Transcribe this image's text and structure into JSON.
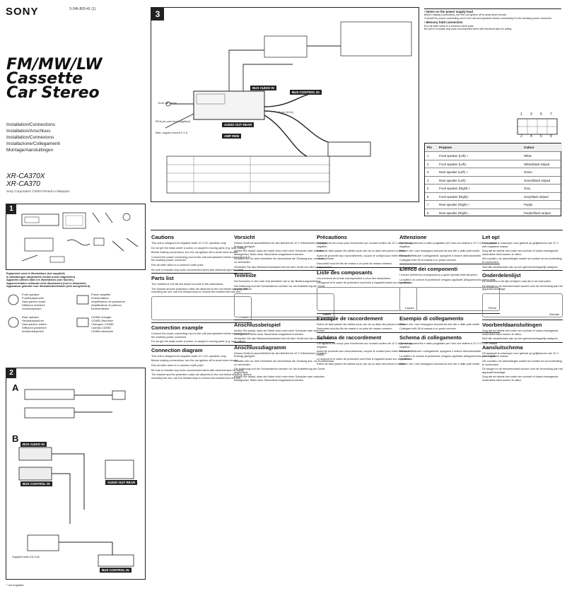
{
  "header": {
    "brand": "SONY",
    "doc_number": "3-246-803-41 (1)",
    "title": "FM/MW/LW Cassette Car Stereo",
    "title_lines": [
      "FM/MW/LW",
      "Cassette",
      "Car Stereo"
    ],
    "subtitles": [
      "Installation/Connections",
      "Installation/Anschluss",
      "Installation/Connexions",
      "Installazione/Collegamenti",
      "Montage/Aansluitingen"
    ],
    "models": [
      "XR-CA370X",
      "XR-CA370"
    ],
    "copyright": "Sony Corporation ©2003 Printed in Malaysia"
  },
  "panels": {
    "panel1_num": "1",
    "panel2_num": "2",
    "panel2_sub_a": "A",
    "panel2_sub_b": "B",
    "panel3_num": "3",
    "panel1_caption": [
      "Equipment used in illustrations (not supplied)",
      "In Abbildungen dargestellte Geräte (nicht mitgeliefert)",
      "Appareils utilisés dans les illustrations (non fournis)",
      "Apparecchiature utilizzate nelle illustrazioni (non in dotazione)",
      "Apparatuur gebruikt voor illustratiedoeleinden (niet meegeleverd)"
    ],
    "speakers_left": [
      "Front speaker",
      "Frontlautsprecher",
      "Haut-parleur avant",
      "Diffusore anteriore",
      "Voorluidspreker"
    ],
    "speakers_rear": [
      "Rear speaker",
      "Hecklautsprecher",
      "Haut-parleur arrière",
      "Diffusore posteriore",
      "Achterluidspreker"
    ],
    "power_amp": [
      "Power amplifier",
      "Endverstärker",
      "Amplificateur de puissance",
      "Amplificatore di potenza",
      "Eindversterker"
    ],
    "cd_changer": [
      "CD/MD changer",
      "CD/MD-Wechsler",
      "Changeur CD/MD",
      "Cambia CD/MD",
      "CD/MD-wisselaar"
    ],
    "labels": {
      "bus_audio_in": "BUS AUDIO IN",
      "bus_control_in": "BUS CONTROL IN",
      "audio_out_rear": "AUDIO OUT REAR",
      "amp_rem": "AMP REM",
      "supplied": "Supplied with XA-C40",
      "not_supplied": "* not supplied"
    }
  },
  "panel3_notes": {
    "from_car": "from car aerial",
    "rca_pin": "RCA pin cord (not supplied)",
    "max_supply": "Max. supply current 0.1 A",
    "fuse": "Fuse (10 A)",
    "speaker_table": {
      "col_headers": [
        "Pin",
        "Purpose",
        "Colour"
      ],
      "rows": [
        [
          "1",
          "Front speaker (Left) +",
          "White"
        ],
        [
          "2",
          "Front speaker (Left) -",
          "White/black striped"
        ],
        [
          "3",
          "Rear speaker (Left) +",
          "Green"
        ],
        [
          "4",
          "Rear speaker (Left) -",
          "Green/black striped"
        ],
        [
          "5",
          "Front speaker (Right) +",
          "Grey"
        ],
        [
          "6",
          "Front speaker (Right) -",
          "Grey/black striped"
        ],
        [
          "7",
          "Rear speaker (Right) +",
          "Purple"
        ],
        [
          "8",
          "Rear speaker (Right) -",
          "Purple/black striped"
        ]
      ]
    },
    "pin_numbers_top": [
      "1",
      "3",
      "5",
      "7"
    ],
    "pin_numbers_bottom": [
      "2",
      "4",
      "6",
      "8"
    ]
  },
  "columns": [
    {
      "heading": "Cautions",
      "paragraphs": [
        "This unit is designed for negative earth 12 V DC operation only.",
        "Do not get the leads under a screw, or caught in moving parts (e.g. seat railing).",
        "Before making connections, turn the car ignition off to avoid short circuits.",
        "Connect the power connecting cord to the unit and speakers before connecting it to the auxiliary power connector.",
        "Run all earth wires to a common earth point.",
        "Be sure to insulate any loose unconnected wires with electrical tape for safety."
      ],
      "sub_heading": "Parts list",
      "sub_paragraphs": [
        "The numbers in the list are keyed to those in the instructions.",
        "The bracket and the protection collar are attached to the unit before shipping. Before mounting the unit, use the release keys to remove the bracket from the unit."
      ],
      "section2": "Connection example",
      "section3": "Connection diagram"
    },
    {
      "heading": "Vorsicht",
      "paragraphs": [
        "Dieses Gerät ist ausschließlich für den Betrieb bei 12 V Gleichstrom (negative Erdung) geeignet.",
        "Achten Sie darauf, dass die Kabel nicht unter einer Schraube oder zwischen beweglichen Teilen einer Sitzschiene eingeklemmt werden.",
        "Schalten Sie vor dem Herstellen der Anschlüsse die Zündung aus, um Kurzschlüsse zu vermeiden.",
        "Verbinden Sie das Netzanschlusskabel erst mit dem Gerät und den Lautsprechern."
      ],
      "sub_heading": "Teileliste",
      "sub_paragraphs": [
        "Die Nummern in der Liste sind dieselben wie in der Bedienungsanleitung.",
        "Die Halterung und der Schutzrahmen werden vor der Auslieferung am Gerät angebracht."
      ],
      "section2": "Anschlussbeispiel",
      "section3": "Anschlussdiagramm"
    },
    {
      "heading": "Précautions",
      "paragraphs": [
        "Cet appareil est conçu pour fonctionner sur courant continu de 12 V avec masse négative.",
        "Evitez de faire passer les câbles sous une vis ou dans des pièces mobiles.",
        "Avant de procéder aux raccordements, coupez le contact pour éviter tout court-circuit.",
        "Raccordez tous les fils de masse à un point de masse commun."
      ],
      "sub_heading": "Liste des composants",
      "sub_paragraphs": [
        "Les numéros de la liste correspondent à ceux des instructions.",
        "Le support et le cadre de protection sont fixés à l'appareil avant son expédition."
      ],
      "section2": "Exemple de raccordement",
      "section3": "Schéma de raccordement"
    },
    {
      "heading": "Attenzione",
      "paragraphs": [
        "Questo apparecchio è stato progettato per l'uso con sistemi a 12 V CC con massa negativa.",
        "Evitare che i cavi rimangano bloccati da una vite o dalle parti mobili.",
        "Prima di effettuare i collegamenti, spegnere il motore dell'automobile.",
        "Collegare tutti i fili di massa a un punto comune."
      ],
      "sub_heading": "Elenco dei componenti",
      "sub_paragraphs": [
        "I numeri nell'elenco corrispondono a quelli riportati nelle istruzioni.",
        "La staffa e la cornice di protezione vengono applicate all'apparecchio prima della spedizione."
      ],
      "section2": "Esempio di collegamento",
      "section3": "Schema di collegamento"
    },
    {
      "heading": "Let op!",
      "paragraphs": [
        "Dit apparaat is ontworpen voor gebruik op gelijkstroom van 12 V met negatieve massa.",
        "Zorg dat de kabels niet onder een schroef of tussen bewegende onderdelen klem komen te zitten.",
        "Zet voordat u de aansluitingen maakt het contact uit om kortsluiting te voorkomen.",
        "Sluit alle aardedraden aan op een gemeenschappelijk aardpunt."
      ],
      "sub_heading": "Onderdelenlijst",
      "sub_paragraphs": [
        "De nummers in de lijst verwijzen naar die in de instructies.",
        "De beugel en de beschermrand worden vóór de verzending aan het apparaat bevestigd."
      ],
      "section2": "Voorbeeldaansluitingen",
      "section3": "Aansluitschema"
    }
  ],
  "figure_labels": [
    "Latch",
    "Haken",
    "Loquet",
    "Fermo",
    "Grendel"
  ]
}
